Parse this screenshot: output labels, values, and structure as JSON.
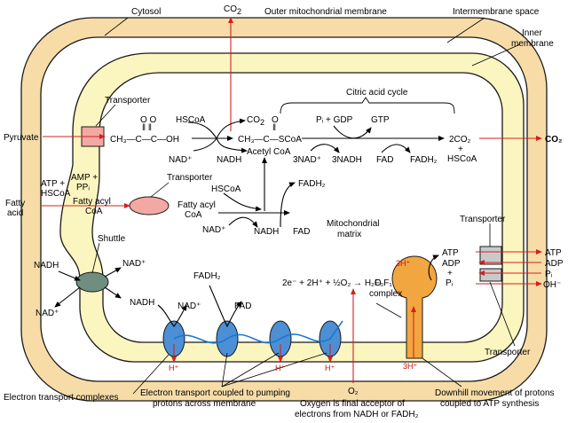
{
  "labels": {
    "cytosol": "Cytosol",
    "co2_top": "CO",
    "outer_membrane": "Outer mitochondrial membrane",
    "intermembrane_space": "Intermembrane space",
    "inner_membrane_1": "Inner",
    "inner_membrane_2": "membrane",
    "citric_acid_cycle": "Citric acid cycle",
    "transporter_top": "Transporter",
    "pyruvate": "Pyruvate",
    "hscoa_1": "HSCoA",
    "co2_mid": "CO",
    "pyruvate_formula": "CH₃—C—C—OH",
    "nad_plus_1": "NAD⁺",
    "nadh_1": "NADH",
    "acetyl_formula": "CH₃—C—SCoA",
    "acetyl_coa": "Acetyl CoA",
    "pi_gdp": "Pᵢ + GDP",
    "gtp": "GTP",
    "three_nad": "3NAD⁺",
    "three_nadh": "3NADH",
    "fad_1": "FAD",
    "fadh2_1": "FADH₂",
    "two_co2": "2CO₂",
    "plus_1": "+",
    "hscoa_2": "HSCoA",
    "co2_right": "CO₂",
    "atp_hscoa_1": "ATP +",
    "atp_hscoa_2": "HSCoA",
    "amp_ppi_1": "AMP +",
    "amp_ppi_2": "PPᵢ",
    "fatty_acyl_coa_1a": "Fatty acyl",
    "fatty_acyl_coa_1b": "CoA",
    "transporter_mid": "Transporter",
    "fatty_acyl_coa_2a": "Fatty acyl",
    "fatty_acyl_coa_2b": "CoA",
    "fatty_acid_1": "Fatty",
    "fatty_acid_2": "acid",
    "hscoa_3": "HSCoA",
    "fadh2_2": "FADH₂",
    "nad_plus_2": "NAD⁺",
    "nadh_2": "NADH",
    "fad_2": "FAD",
    "mito_matrix_1": "Mitochondrial",
    "mito_matrix_2": "matrix",
    "transporter_right": "Transporter",
    "atp_out": "ATP",
    "adp_out": "ADP",
    "pi_out": "Pᵢ",
    "oh_out": "OH⁻",
    "nadh_cyto": "NADH",
    "shuttle": "Shuttle",
    "nad_plus_3": "NAD⁺",
    "nad_plus_cyto": "NAD⁺",
    "nadh_3": "NADH",
    "nad_plus_4": "NAD⁺",
    "fadh2_3": "FADH₂",
    "fad_3": "FAD",
    "three_h_top": "3H⁺",
    "f0f1_1": "F₀F₁",
    "f0f1_2": "complex",
    "atp_in": "ATP",
    "adp_in": "ADP",
    "plus_2": "+",
    "pi_in": "Pᵢ",
    "oxygen_eq": "2e⁻ + 2H⁺ + ½O₂ → H₂O",
    "h_plus_1": "H⁺",
    "h_plus_2": "H⁺",
    "h_plus_3": "H⁺",
    "three_h_bottom": "3H⁺",
    "transporter_bottom": "Transporter",
    "o2_bottom": "O₂",
    "etc_label": "Electron transport complexes",
    "etc_coupled_1": "Electron transport coupled to pumping",
    "etc_coupled_2": "protons across membrane",
    "oxygen_final_1": "Oxygen is final acceptor of",
    "oxygen_final_2": "electrons from NADH or FADH₂",
    "downhill_1": "Downhill movement of protons",
    "downhill_2": "coupled to ATP synthesis"
  },
  "colors": {
    "outer_membrane": "#f7dca8",
    "inner_membrane": "#fbf5bf",
    "transporter": "#f4a8a4",
    "shuttle": "#6f8e80",
    "etc_complex": "#4d8fd4",
    "atp_synthase": "#f2a640",
    "flux_arrow": "#d42020",
    "electron_path": "#1a78d0"
  }
}
